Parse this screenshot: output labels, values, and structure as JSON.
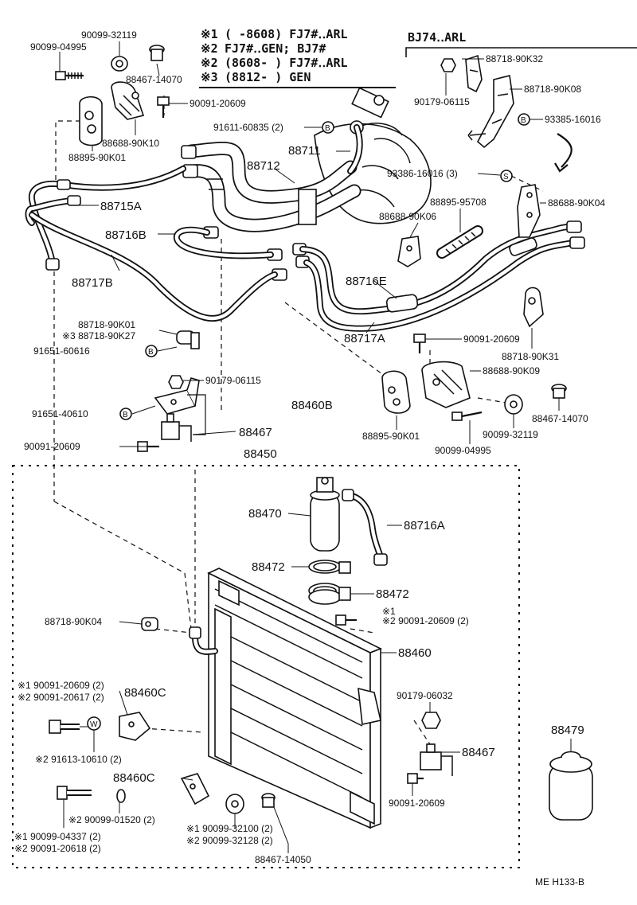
{
  "header": {
    "legend": [
      {
        "mark": "※1",
        "text": "(      -8608) FJ7#‥ARL"
      },
      {
        "mark": "※2",
        "text": "FJ7#‥GEN; BJ7#"
      },
      {
        "mark": "※2",
        "text": "(8608-       ) FJ7#‥ARL"
      },
      {
        "mark": "※3",
        "text": "(8812-       ) GEN"
      }
    ],
    "variant_title": "BJ74‥ARL"
  },
  "symbols": {
    "b": "B",
    "s": "S",
    "w": "W"
  },
  "labels": {
    "p90099_32119_top": "90099-32119",
    "p90099_04995_top": "90099-04995",
    "p88467_14070_top": "88467-14070",
    "p90091_20609_top": "90091-20609",
    "p88895_90K01_top": "88895-90K01",
    "p88688_90K10": "88688-90K10",
    "p91611_60835": "91611-60835 (2)",
    "p88711": "88711",
    "p88712": "88712",
    "p88715A": "88715A",
    "p88716B": "88716B",
    "p88717B": "88717B",
    "p88718_90K32": "88718-90K32",
    "p90179_06115_top": "90179-06115",
    "p88718_90K08": "88718-90K08",
    "p93385_16016": "93385-16016",
    "p93386_16016": "93386-16016 (3)",
    "p88895_95708": "88895-95708",
    "p88688_90K06": "88688-90K06",
    "p88688_90K04": "88688-90K04",
    "p88716E": "88716E",
    "p88717A": "88717A",
    "p88718_90K01": "88718-90K01",
    "p88718_90K27": "※3 88718-90K27",
    "p91651_60616": "91651-60616",
    "p90091_20609_mid": "90091-20609",
    "p88718_90K31": "88718-90K31",
    "p88688_90K09": "88688-90K09",
    "p90179_06115_mid": "90179-06115",
    "p88460B": "88460B",
    "p91651_40610": "91651-40610",
    "p88467_mid": "88467",
    "p90091_20609_left": "90091-20609",
    "p88450": "88450",
    "p88895_90K01_mid": "88895-90K01",
    "p90099_32119_mid": "90099-32119",
    "p88467_14070_mid": "88467-14070",
    "p90099_04995_mid": "90099-04995",
    "p88470": "88470",
    "p88716A": "88716A",
    "p88472_a": "88472",
    "p88472_b": "88472",
    "p90091_20609_r1": "※1",
    "p90091_20609_r2": "※2 90091-20609 (2)",
    "p88718_90K04": "88718-90K04",
    "p88460": "88460",
    "p90091_20609_s1": "※1 90091-20609 (2)",
    "p90091_20617_s2": "※2 90091-20617 (2)",
    "p88460C_a": "88460C",
    "p91613_10610": "※2 91613-10610 (2)",
    "p88460C_b": "88460C",
    "p90179_06032": "90179-06032",
    "p88467_low": "88467",
    "p88479": "88479",
    "p90091_20609_low": "90091-20609",
    "p90099_01520": "※2 90099-01520 (2)",
    "p90099_04337": "※1 90099-04337 (2)",
    "p90091_20618": "※2 90091-20618 (2)",
    "p90099_32100": "※1 90099-32100 (2)",
    "p90099_32128": "※2 90099-32128 (2)",
    "p88467_14050": "88467-14050"
  },
  "footer": {
    "code": "ME  H133-B"
  }
}
